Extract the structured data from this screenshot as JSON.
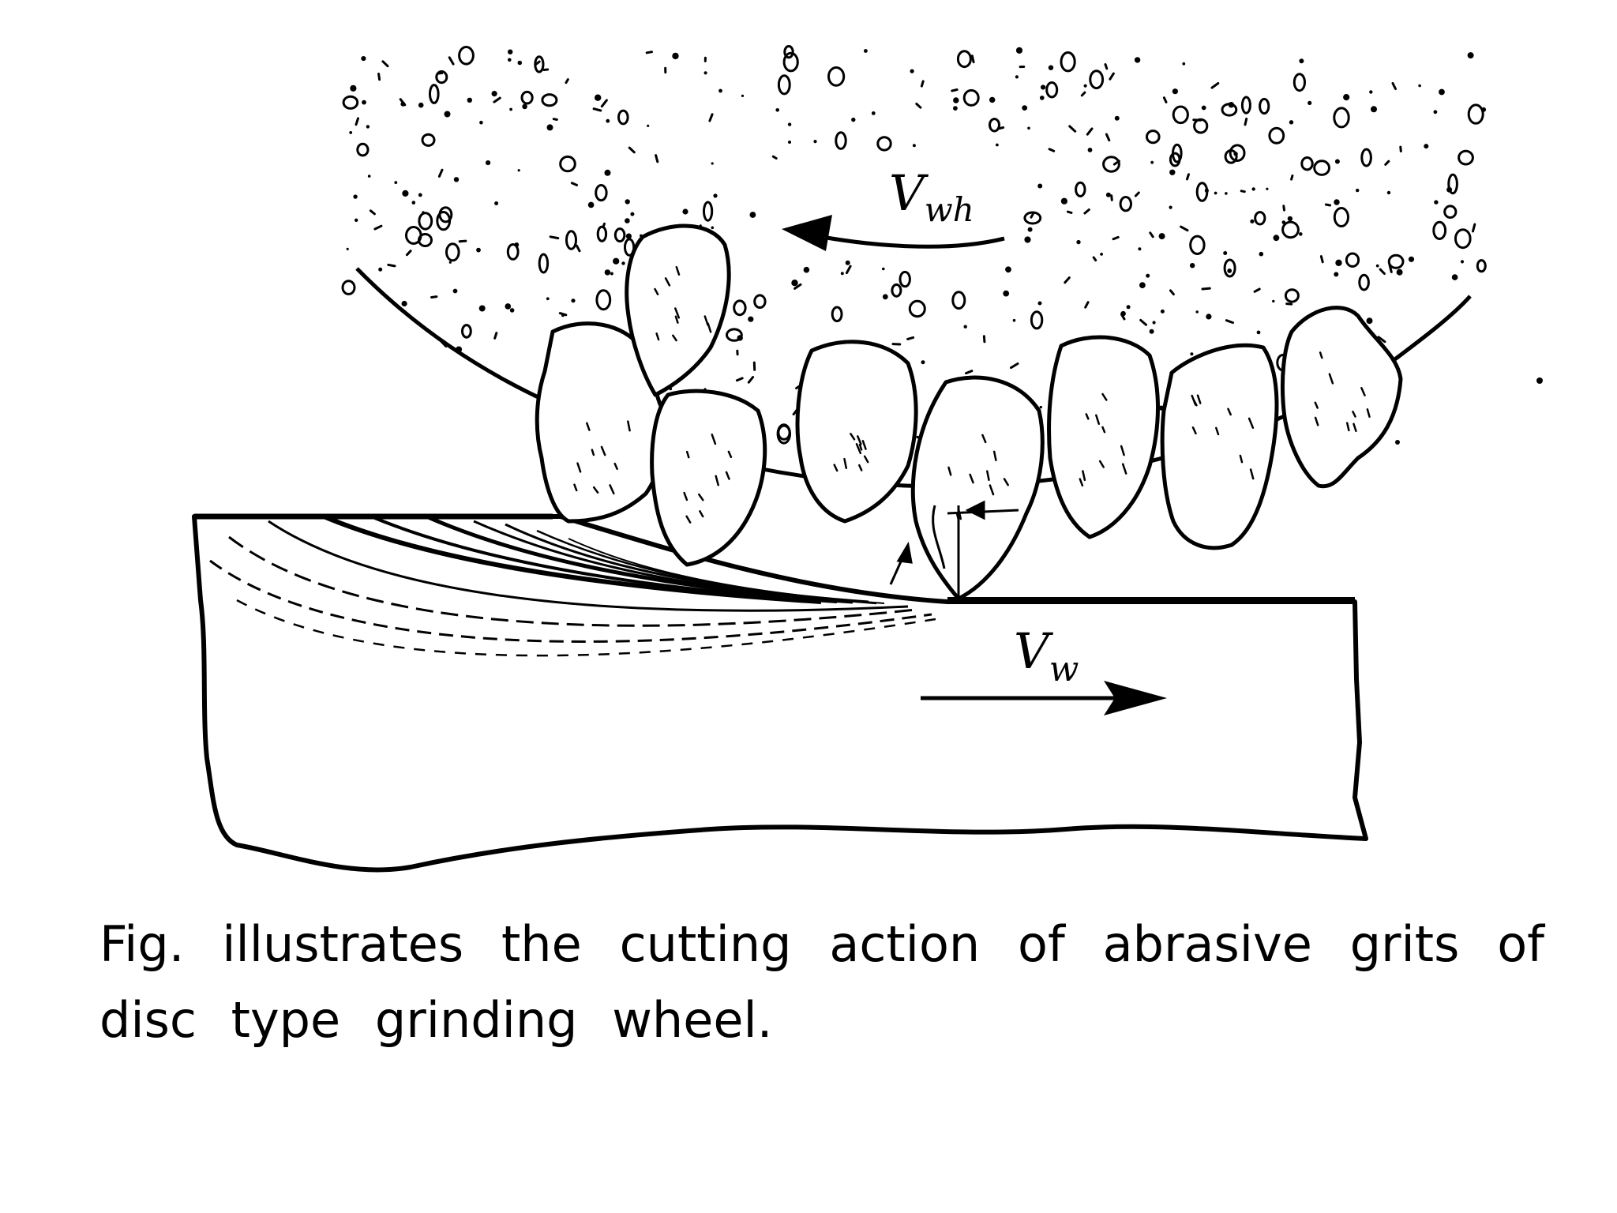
{
  "diagram": {
    "wheel_velocity_label": "V",
    "wheel_velocity_subscript": "wh",
    "work_velocity_label": "V",
    "work_velocity_subscript": "w"
  },
  "caption": "Fig. illustrates the cutting action of abrasive grits of disc type grinding wheel.",
  "colors": {
    "ink": "#000000",
    "background": "#ffffff"
  }
}
